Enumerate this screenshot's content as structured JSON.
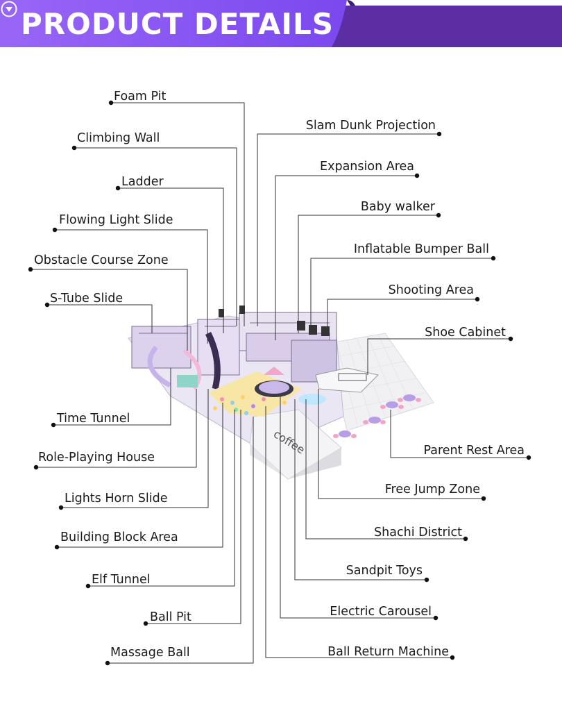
{
  "header": {
    "title": "PRODUCT DETAILS",
    "down_icon": "circle-down-arrow-icon"
  },
  "colors": {
    "banner_left": "#8d5cf6",
    "banner_right": "#5b2fa3",
    "leader": "#333333",
    "text": "#1a1a1a"
  },
  "labels": {
    "foam_pit": "Foam Pit",
    "climbing_wall": "Climbing Wall",
    "ladder": "Ladder",
    "flowing_light_slide": "Flowing Light Slide",
    "obstacle_course_zone": "Obstacle Course Zone",
    "s_tube_slide": "S-Tube Slide",
    "time_tunnel": "Time Tunnel",
    "role_playing_house": "Role-Playing House",
    "lights_horn_slide": "Lights Horn Slide",
    "building_block_area": "Building Block Area",
    "elf_tunnel": "Elf Tunnel",
    "ball_pit": "Ball Pit",
    "massage_ball": "Massage Ball",
    "slam_dunk_projection": "Slam Dunk Projection",
    "expansion_area": "Expansion Area",
    "baby_walker": "Baby walker",
    "inflatable_bumper_ball": "Inflatable Bumper Ball",
    "shooting_area": "Shooting Area",
    "shoe_cabinet": "Shoe Cabinet",
    "parent_rest_area": "Parent Rest Area",
    "free_jump_zone": "Free Jump Zone",
    "shachi_district": "Shachi District",
    "sandpit_toys": "Sandpit Toys",
    "electric_carousel": "Electric Carousel",
    "ball_return_machine": "Ball Return Machine"
  },
  "illustration": {
    "sign_text": "coffee"
  }
}
